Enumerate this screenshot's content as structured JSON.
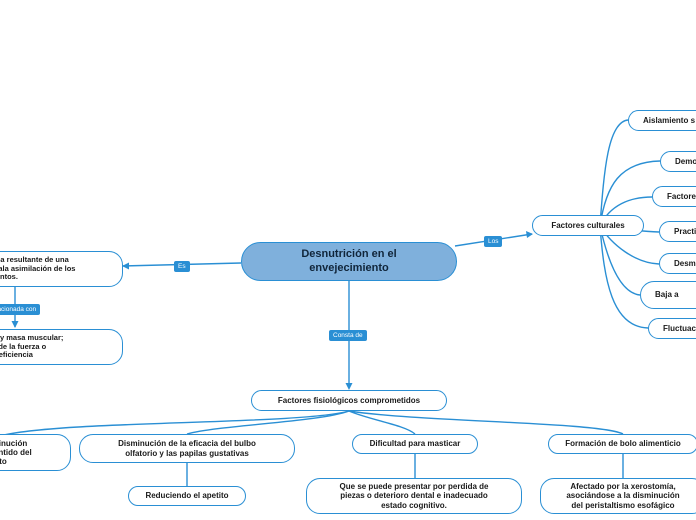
{
  "root": {
    "title": "Desnutrición en el\nenvejecimiento"
  },
  "links": {
    "es": "Es",
    "los": "Los",
    "consta_de": "Consta de",
    "relacionada_con": "lacionada con"
  },
  "left": {
    "definition": "ógica resultante de una\no mala asimilación de los\nlimentos.",
    "related": "eso y masa muscular;\nión de la fuerza o\nnodeficiencia"
  },
  "cultural": {
    "title": "Factores culturales",
    "items": [
      "Aislamiento s",
      "Demo",
      "Factore",
      "Practi",
      "Desm",
      "Baja a",
      "Fluctuac"
    ]
  },
  "physio": {
    "title": "Factores fisiológicos comprometidos",
    "items": [
      {
        "label": "isminución\nl sentido del\ngusto"
      },
      {
        "label": "Disminución de la eficacia del bulbo\nolfatorio y las papilas gustativas",
        "child": "Reduciendo el apetito"
      },
      {
        "label": "Dificultad para masticar",
        "child": "Que se puede presentar por perdida de\npiezas o deterioro dental e inadecuado\nestado cognitivo."
      },
      {
        "label": "Formación de bolo alimenticio",
        "child": "Afectado por la xerostomía,\nasociándose a la disminución\ndel peristaltismo esofágico"
      }
    ]
  }
}
